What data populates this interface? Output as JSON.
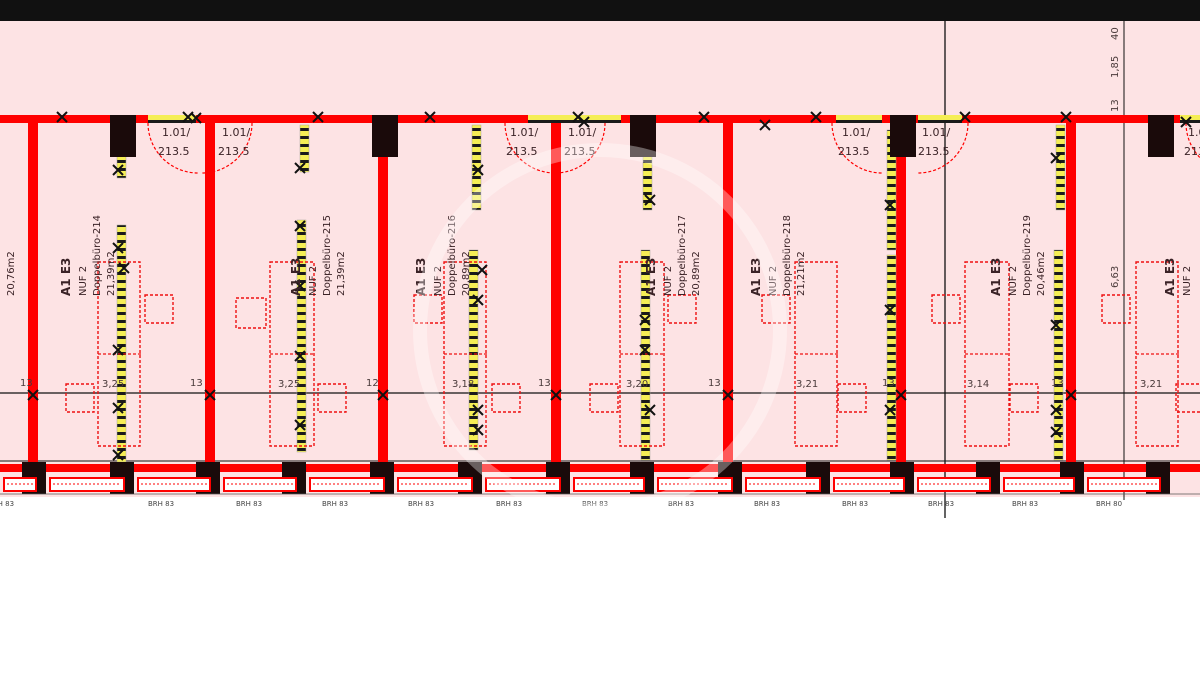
{
  "plan": {
    "colors": {
      "background": "#ffffff",
      "floor_fill": "#fde3e4",
      "wall_red": "#ff0000",
      "demolition_yellow": "#f5ee55",
      "column_black": "#1a0a0a",
      "furniture_red": "#ee1111",
      "top_bar": "#111111"
    },
    "rooms": [
      {
        "code": "A1 E3",
        "nuf": "NUF 2",
        "name": "Doppelbüro-214",
        "area": "21,39m2",
        "width": "3,25"
      },
      {
        "code": "A1 E3",
        "nuf": "NUF 2",
        "name": "Doppelbüro-215",
        "area": "21,39m2",
        "width": "3,25"
      },
      {
        "code": "A1 E3",
        "nuf": "NUF 2",
        "name": "Doppelbüro-216",
        "area": "20,89m2",
        "width": "3,18"
      },
      {
        "code": "A1 E3",
        "nuf": "NUF 2",
        "name": "Doppelbüro-217",
        "area": "20,89m2",
        "width": "3,20"
      },
      {
        "code": "A1 E3",
        "nuf": "NUF 2",
        "name": "Doppelbüro-218",
        "area": "21,21m2",
        "width": "3,21"
      },
      {
        "code": "A1 E3",
        "nuf": "NUF 2",
        "name": "Doppelbüro-219",
        "area": "20,46m2",
        "width": "3,14"
      },
      {
        "code": "A1 E3",
        "nuf": "NUF 2",
        "name": "",
        "area": "",
        "width": "3,21"
      }
    ],
    "edge_area": "20,76m2",
    "doors": [
      "1.01/",
      "213.5"
    ],
    "wall_dim": "13",
    "wall_dim_alt": "12",
    "side_dims": [
      "40",
      "1,85",
      "13",
      "6,63"
    ],
    "window_label": "BRH 83",
    "window_label_alt": "BRH 80"
  }
}
